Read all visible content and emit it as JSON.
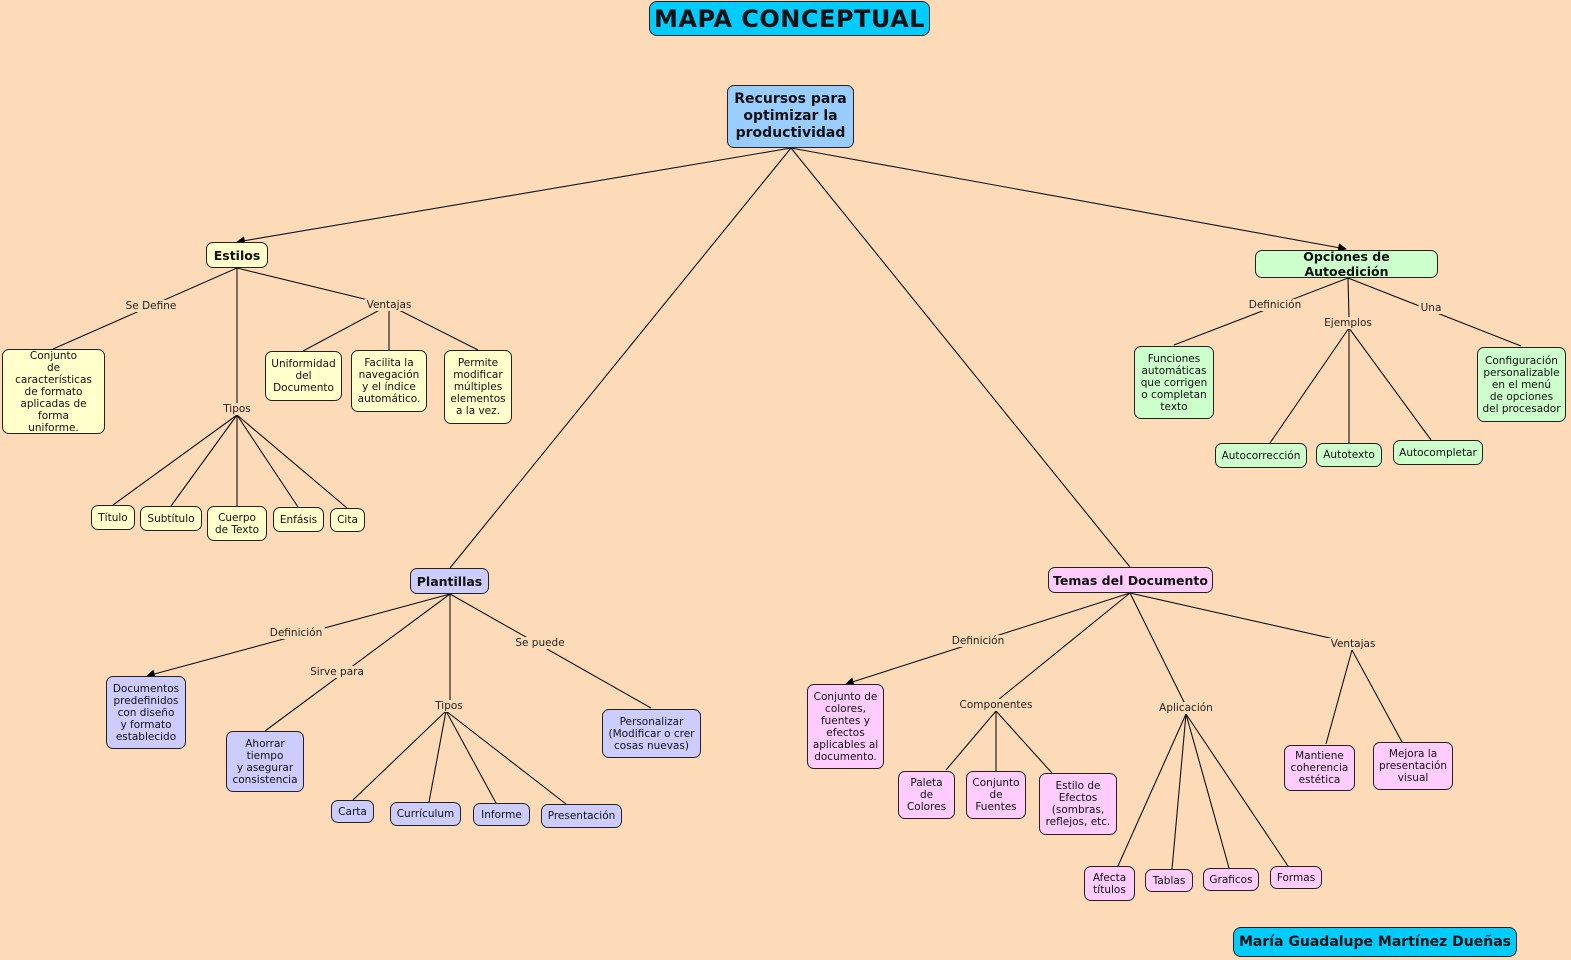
{
  "title": "MAPA CONCEPTUAL",
  "author": "María Guadalupe Martínez Dueñas",
  "root": "Recursos para\noptimizar la\nproductividad",
  "colors": {
    "background": "#fddbb8",
    "banner": "#00ccff",
    "root": "#99ccff",
    "estilos": "#ffffcc",
    "autoedicion": "#ccffcc",
    "plantillas": "#ccccff",
    "temas": "#ffccff"
  },
  "estilos": {
    "title": "Estilos",
    "link_define": "Se Define",
    "definition": "Conjunto\nde características\nde formato\naplicadas de\nforma\nuniforme.",
    "link_ventajas": "Ventajas",
    "ventajas": [
      "Uniformidad\ndel\nDocumento",
      "Facilita la\nnavegación\ny el índice\nautomático.",
      "Permite\nmodificar\nmúltiples\nelementos\na la vez."
    ],
    "link_tipos": "Tipos",
    "tipos": [
      "Título",
      "Subtítulo",
      "Cuerpo\nde Texto",
      "Enfásis",
      "Cita"
    ]
  },
  "autoedicion": {
    "title": "Opciones de Autoedición",
    "link_definicion": "Definición",
    "definition": "Funciones\nautomáticas\nque corrigen\no completan\ntexto",
    "link_ejemplos": "Ejemplos",
    "ejemplos": [
      "Autocorrección",
      "Autotexto",
      "Autocompletar"
    ],
    "link_una": "Una",
    "una": "Configuración\npersonalizable\nen el menú\nde opciones\ndel procesador"
  },
  "plantillas": {
    "title": "Plantillas",
    "link_definicion": "Definición",
    "definition": "Documentos\npredefinidos\ncon diseño\ny formato\nestablecido",
    "link_sirve": "Sirve para",
    "sirve": "Ahorrar\ntiempo\ny asegurar\nconsistencia",
    "link_tipos": "Tipos",
    "tipos": [
      "Carta",
      "Currículum",
      "Informe",
      "Presentación"
    ],
    "link_puede": "Se puede",
    "puede": "Personalizar\n(Modificar o crer\ncosas nuevas)"
  },
  "temas": {
    "title": "Temas del Documento",
    "link_definicion": "Definición",
    "definition": "Conjunto de\ncolores,\nfuentes y\nefectos\naplicables al\ndocumento.",
    "link_componentes": "Componentes",
    "componentes": [
      "Paleta\nde\nColores",
      "Conjunto\nde\nFuentes",
      "Estilo de\nEfectos\n(sombras,\nreflejos, etc."
    ],
    "link_aplicacion": "Aplicación",
    "aplicacion": [
      "Afecta\ntítulos",
      "Tablas",
      "Graficos",
      "Formas"
    ],
    "link_ventajas": "Ventajas",
    "ventajas": [
      "Mantiene\ncoherencia\nestética",
      "Mejora la\npresentación\nvisual"
    ]
  }
}
